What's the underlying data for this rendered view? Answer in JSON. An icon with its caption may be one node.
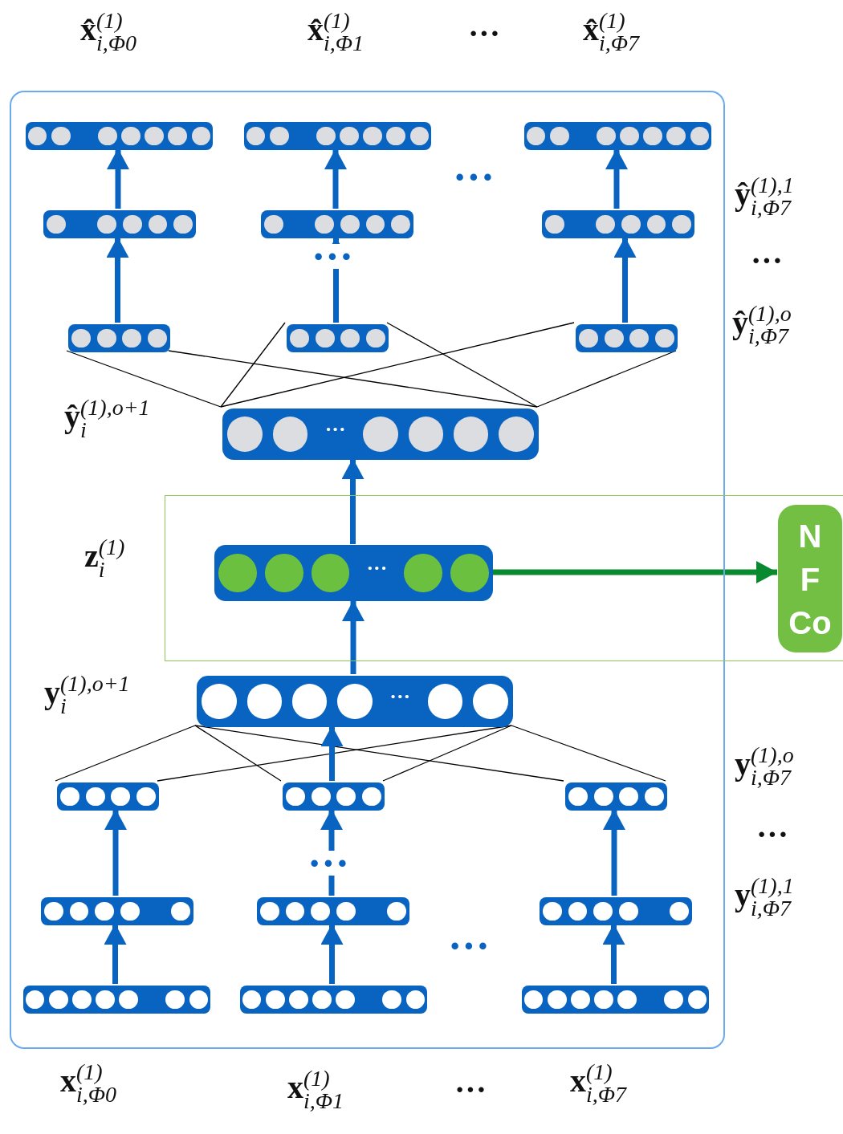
{
  "diagram": {
    "nodes": [
      {
        "text": [],
        "shape": "box"
      },
      {
        "text": [],
        "shape": "bar",
        "in": 0
      },
      {
        "text": [],
        "shape": "bar",
        "in": 0
      },
      {
        "text": [],
        "shape": "bar",
        "in": 0
      },
      {
        "text": [],
        "shape": "bar",
        "in": 0
      },
      {
        "text": [],
        "shape": "bar",
        "in": 0
      },
      {
        "text": [],
        "shape": "bar",
        "in": 0
      },
      {
        "text": [],
        "shape": "bar",
        "in": 0
      },
      {
        "text": [],
        "shape": "bar",
        "in": 0
      },
      {
        "text": [],
        "shape": "bar",
        "in": 0
      },
      {
        "text": [
          "···"
        ],
        "in": 0,
        "beside": [
          "**ŷ**$^{(1),o+1}$$_{i}$"
        ]
      },
      {
        "text": [],
        "shape": "box"
      },
      {
        "text": [
          "···"
        ],
        "in": 11,
        "beside": [
          "**z**$^{(1)}$$_{i}$"
        ]
      },
      {
        "text": [
          "N F Co"
        ],
        "in": 11
      },
      {
        "text": [
          "···"
        ],
        "in": 0,
        "beside": [
          "**y**$^{(1),o+1}$$_{i}$"
        ]
      },
      {
        "text": [],
        "shape": "bar",
        "in": 0
      },
      {
        "text": [],
        "shape": "bar",
        "in": 0
      },
      {
        "text": [],
        "shape": "bar",
        "in": 0
      },
      {
        "text": [],
        "shape": "bar",
        "in": 0
      },
      {
        "text": [],
        "shape": "bar",
        "in": 0
      },
      {
        "text": [],
        "shape": "bar",
        "in": 0
      },
      {
        "text": [],
        "shape": "bar",
        "in": 0
      },
      {
        "text": [],
        "shape": "bar",
        "in": 0
      },
      {
        "text": [],
        "shape": "bar",
        "in": 0
      }
    ],
    "edges": [
      {
        "from": 4,
        "to": 1,
        "arrow": "to"
      },
      {
        "from": 5,
        "to": 2,
        "arrow": "to"
      },
      {
        "from": 6,
        "to": 3,
        "arrow": "to"
      },
      {
        "from": 7,
        "to": 4,
        "arrow": "to"
      },
      {
        "from": 8,
        "to": 5,
        "arrow": "to"
      },
      {
        "from": 9,
        "to": 6,
        "arrow": "to"
      },
      {
        "from": 7,
        "to": 10,
        "arrow": "none",
        "color": "#000000"
      },
      {
        "from": 7,
        "to": 10,
        "arrow": "none",
        "color": "#000000"
      },
      {
        "from": 8,
        "to": 10,
        "arrow": "none",
        "color": "#000000"
      },
      {
        "from": 8,
        "to": 10,
        "arrow": "none",
        "color": "#000000"
      },
      {
        "from": 9,
        "to": 10,
        "arrow": "none",
        "color": "#000000"
      },
      {
        "from": 9,
        "to": 10,
        "arrow": "none",
        "color": "#000000"
      },
      {
        "from": 12,
        "to": 10,
        "arrow": "to"
      },
      {
        "from": 12,
        "to": 13,
        "arrow": "to",
        "color": "#0a8a30"
      },
      {
        "from": 14,
        "to": 12,
        "arrow": "to"
      },
      {
        "from": 15,
        "to": 14,
        "arrow": "none",
        "color": "#000000"
      },
      {
        "from": 15,
        "to": 14,
        "arrow": "none",
        "color": "#000000"
      },
      {
        "from": 16,
        "to": 14,
        "arrow": "none",
        "color": "#000000"
      },
      {
        "from": 16,
        "to": 14,
        "arrow": "none",
        "color": "#000000"
      },
      {
        "from": 17,
        "to": 14,
        "arrow": "none",
        "color": "#000000"
      },
      {
        "from": 17,
        "to": 14,
        "arrow": "none",
        "color": "#000000"
      },
      {
        "from": 16,
        "to": 14,
        "arrow": "to"
      },
      {
        "from": 18,
        "to": 15,
        "arrow": "to"
      },
      {
        "from": 19,
        "to": 16,
        "arrow": "to"
      },
      {
        "from": 20,
        "to": 17,
        "arrow": "to"
      },
      {
        "from": 21,
        "to": 18,
        "arrow": "to"
      },
      {
        "from": 22,
        "to": 19,
        "arrow": "to"
      },
      {
        "from": 23,
        "to": 20,
        "arrow": "to"
      }
    ],
    "labels": [
      "**x̂**$^{(1)}$$_{i,Φ0}$",
      "**x̂**$^{(1)}$$_{i,Φ1}$",
      "···",
      "**x̂**$^{(1)}$$_{i,Φ7}$",
      "···",
      "**ŷ**$^{(1),1}$$_{i,Φ7}$",
      "···",
      "···",
      "**ŷ**$^{(1),o}$$_{i,Φ7}$",
      "**y**$^{(1),o}$$_{i,Φ7}$",
      "···",
      "···",
      "**y**$^{(1),1}$$_{i,Φ7}$",
      "···",
      "**x**$^{(1)}$$_{i,Φ0}$",
      "**x**$^{(1)}$$_{i,Φ1}$",
      "···",
      "**x**$^{(1)}$$_{i,Φ7}$"
    ]
  }
}
